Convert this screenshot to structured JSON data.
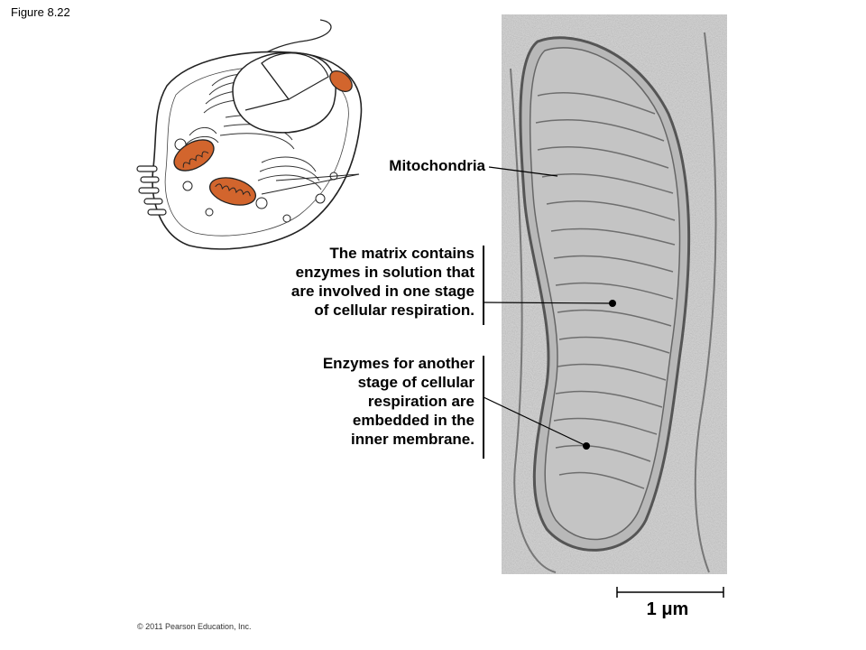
{
  "figure_label": "Figure 8.22",
  "labels": {
    "mitochondria": "Mitochondria",
    "matrix": "The matrix contains\nenzymes in solution that\nare involved in one stage\nof cellular respiration.",
    "enzymes": "Enzymes for another\nstage of cellular\nrespiration are\nembedded in the\ninner membrane."
  },
  "scale_bar": {
    "label": "1 μm"
  },
  "copyright": "© 2011 Pearson Education, Inc.",
  "colors": {
    "mitochondrion_fill": "#d2652d",
    "micrograph_bg": "#cfcfcf",
    "membrane": "#555555"
  }
}
